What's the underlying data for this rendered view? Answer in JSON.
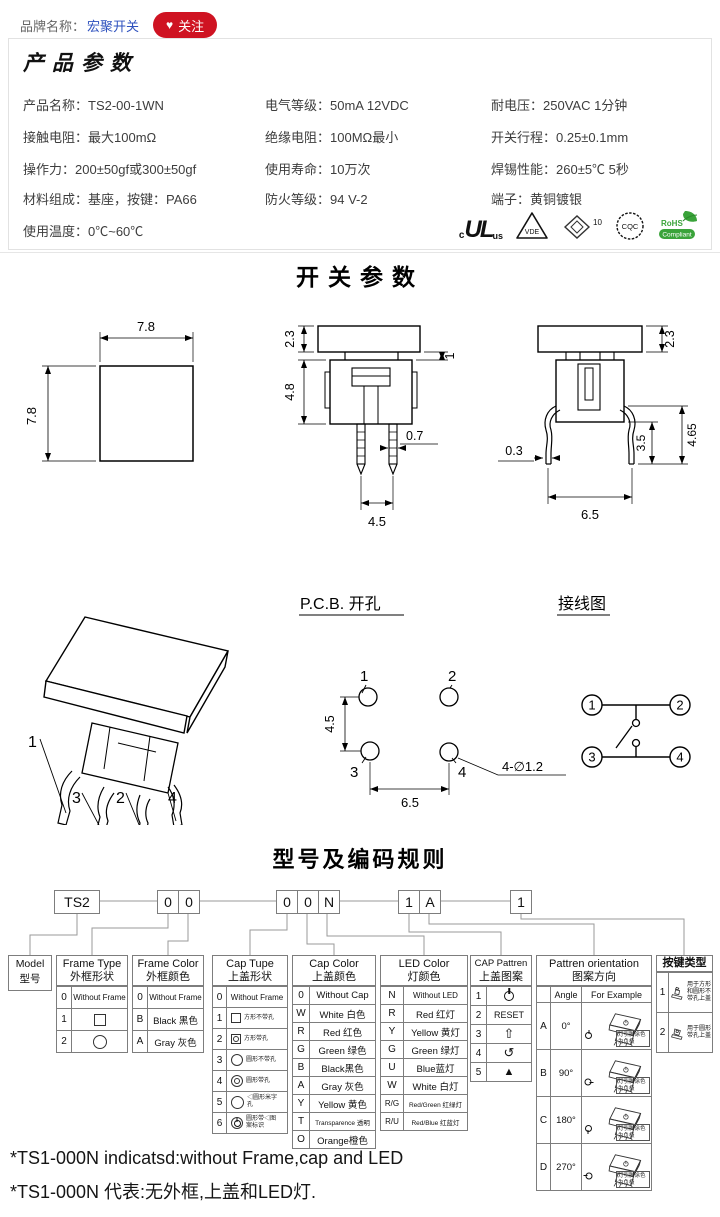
{
  "topbar": {
    "brand_label": "品牌名称：",
    "brand_name": "宏聚开关",
    "follow_label": "关注",
    "accent_red": "#cf1322",
    "link_blue": "#2e51be"
  },
  "product": {
    "title": "产品参数",
    "rows": [
      [
        "产品名称：TS2-00-1WN",
        "电气等级：50mA  12VDC",
        "耐电压：250VAC  1分钟"
      ],
      [
        "接触电阻：最大100mΩ",
        "绝缘电阻：100MΩ最小",
        "开关行程：0.25±0.1mm"
      ],
      [
        "操作力：200±50gf或300±50gf",
        "使用寿命：10万次",
        "焊锡性能：260±5℃  5秒"
      ],
      [
        "材料组成：基座，按键：PA66",
        "防火等级：94 V-2",
        "端子：黄铜镀银"
      ],
      [
        "使用温度：0℃~60℃",
        "",
        ""
      ]
    ],
    "certs": {
      "ul_c": "c",
      "ul": "UL",
      "ul_us": "us",
      "vde": "VDE",
      "enec": "10",
      "cqc": "CQC",
      "rohs1": "RoHS",
      "rohs2": "Compliant",
      "rohs_green": "#3aa33a"
    }
  },
  "switch_section": {
    "title": "开关参数",
    "dims": {
      "top_w": "7.8",
      "top_h": "7.8",
      "front_cap_h": "2.3",
      "front_gap": "1",
      "front_body_h": "4.8",
      "front_pin_w": "0.7",
      "front_pitch": "4.5",
      "side_cap_h": "2.3",
      "side_pin_t": "0.3",
      "side_pitch": "6.5",
      "side_h1": "3.5",
      "side_h2": "4.65"
    },
    "iso_pins": [
      "1",
      "3",
      "2",
      "4"
    ]
  },
  "pcb": {
    "title": "P.C.B.  开孔",
    "pin1": "1",
    "pin2": "2",
    "pin3": "3",
    "pin4": "4",
    "dim_v": "4.5",
    "dim_h": "6.5",
    "hole_label": "4-∅1.2"
  },
  "wiring": {
    "title": "接线图",
    "pin1": "1",
    "pin2": "2",
    "pin3": "3",
    "pin4": "4"
  },
  "coding": {
    "title": "型号及编码规则",
    "code": {
      "model": "TS2",
      "frame_type": "0",
      "frame_color": "0",
      "cap_type": "0",
      "cap_color": "0",
      "led": "N",
      "pattern": "1",
      "orientation": "A",
      "button": "1"
    },
    "model_table": {
      "en": "Model",
      "cn": "型号"
    },
    "frame_type": {
      "en": "Frame Type",
      "cn": "外框形状",
      "rows": [
        {
          "code": "0",
          "desc": "Without Frame"
        },
        {
          "code": "1",
          "desc": ""
        },
        {
          "code": "2",
          "desc": ""
        }
      ]
    },
    "frame_color": {
      "en": "Frame Color",
      "cn": "外框颜色",
      "rows": [
        {
          "code": "0",
          "desc": "Without Frame"
        },
        {
          "code": "B",
          "desc": "Black 黑色"
        },
        {
          "code": "A",
          "desc": "Gray 灰色"
        }
      ]
    },
    "cap_type": {
      "en": "Cap Tupe",
      "cn": "上盖形状",
      "rows": [
        {
          "code": "0",
          "note": "Without Frame"
        },
        {
          "code": "1",
          "note": "方形不带孔"
        },
        {
          "code": "2",
          "note": "方形带孔"
        },
        {
          "code": "3",
          "note": "圆形不带孔"
        },
        {
          "code": "4",
          "note": "圆形带孔"
        },
        {
          "code": "5",
          "note": "◁圆形米字孔"
        },
        {
          "code": "6",
          "note": "圆形带◁图案标识"
        }
      ]
    },
    "cap_color": {
      "en": "Cap Color",
      "cn": "上盖颜色",
      "rows": [
        {
          "code": "0",
          "desc": "Without Cap"
        },
        {
          "code": "W",
          "desc": "White 白色"
        },
        {
          "code": "R",
          "desc": "Red 红色"
        },
        {
          "code": "G",
          "desc": "Green 绿色"
        },
        {
          "code": "B",
          "desc": "Black黑色"
        },
        {
          "code": "A",
          "desc": "Gray 灰色"
        },
        {
          "code": "Y",
          "desc": "Yellow 黄色"
        },
        {
          "code": "T",
          "desc": "Transparence 透明"
        },
        {
          "code": "O",
          "desc": "Orange橙色"
        }
      ]
    },
    "led_color": {
      "en": "LED Color",
      "cn": "灯颜色",
      "rows": [
        {
          "code": "N",
          "desc": "Without LED"
        },
        {
          "code": "R",
          "desc": "Red 红灯"
        },
        {
          "code": "Y",
          "desc": "Yellow 黄灯"
        },
        {
          "code": "G",
          "desc": "Green 绿灯"
        },
        {
          "code": "U",
          "desc": "Blue蓝灯"
        },
        {
          "code": "W",
          "desc": "White 白灯"
        },
        {
          "code": "R/G",
          "desc": "Red/Green 红绿灯"
        },
        {
          "code": "R/U",
          "desc": "Red/Blue 红蓝灯"
        }
      ]
    },
    "cap_pattern": {
      "en": "CAP Pattren",
      "cn": "上盖图案",
      "rows": [
        {
          "code": "1",
          "icon": "power-icon"
        },
        {
          "code": "2",
          "label": "RESET"
        },
        {
          "code": "3",
          "glyph": "⇧"
        },
        {
          "code": "4",
          "glyph": "↺"
        },
        {
          "code": "5",
          "glyph": "▲"
        }
      ]
    },
    "orientation": {
      "en": "Pattren orientation",
      "cn": "图案方向",
      "col_angle": "Angle",
      "col_example": "For Example",
      "note": "灯引脚涂色为负极",
      "rows": [
        {
          "code": "A",
          "angle": "0°"
        },
        {
          "code": "B",
          "angle": "90°"
        },
        {
          "code": "C",
          "angle": "180°"
        },
        {
          "code": "D",
          "angle": "270°"
        }
      ]
    },
    "button_type": {
      "cn": "按键类型",
      "rows": [
        {
          "code": "1",
          "desc": "用于方形和圆形不带孔上盖"
        },
        {
          "code": "2",
          "desc": "用于圆形带孔上盖"
        }
      ]
    }
  },
  "footnotes": {
    "en": "*TS1-000N indicatsd:without Frame,cap and LED",
    "cn": "*TS1-000N 代表:无外框,上盖和LED灯."
  }
}
